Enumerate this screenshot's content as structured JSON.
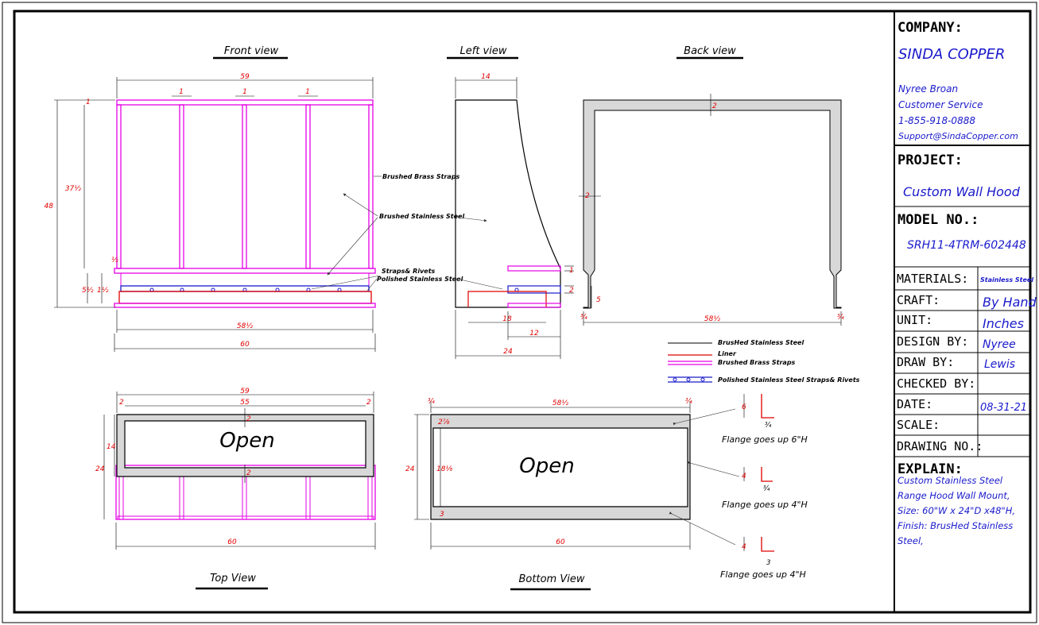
{
  "views": {
    "front": "Front view",
    "left": "Left view",
    "back": "Back view",
    "top": "Top View",
    "bottom": "Bottom View"
  },
  "open_label": "Open",
  "callouts": {
    "brass_straps": "Brushed Brass Straps",
    "stainless": "Brushed Stainless Steel",
    "straps_rivets": "Straps& Rivets",
    "polished": "Polished Stainless Steel"
  },
  "legend": {
    "stainless": "BrusHed Stainless Steel",
    "liner": "Liner",
    "brass": "Brushed Brass Straps",
    "polished": "Polished Stainless Steel  Straps& Rivets"
  },
  "flanges": {
    "f1": "Flange goes up 6\"H",
    "f2": "Flange goes up 4\"H",
    "f3": "Flange goes up 4\"H"
  },
  "dims": {
    "front_top": "59",
    "front_one": "1",
    "front_height": "48",
    "front_h2": "37½",
    "front_half": "½",
    "front_small1": "5½",
    "front_small2": "1½",
    "front_inner": "58½",
    "front_total": "60",
    "left_top": "14",
    "left_18": "18",
    "left_12": "12",
    "left_24": "24",
    "left_one": "1",
    "left_two": "2",
    "back_two": "2",
    "back_five": "5",
    "back_quarter": "¾",
    "back_width": "58½",
    "top_59": "59",
    "top_55": "55",
    "top_2": "2",
    "top_14": "14",
    "top_24": "24",
    "top_60": "60",
    "bot_quarter": "¾",
    "bot_width": "58½",
    "bot_2": "2⅞",
    "bot_18": "18⅛",
    "bot_24": "24",
    "bot_3": "3",
    "bot_60": "60",
    "fl_6": "6",
    "fl_4": "4",
    "fl_q": "¾",
    "fl_3": "3"
  },
  "title_block": {
    "company_label": "COMPANY:",
    "company": "SINDA COPPER",
    "contact_name": "Nyree Broan",
    "contact_role": "Customer Service",
    "contact_phone": "1-855-918-0888",
    "contact_email": "Support@SindaCopper.com",
    "project_label": "PROJECT:",
    "project": "Custom Wall Hood",
    "model_label": "MODEL NO.:",
    "model": "SRH11-4TRM-602448",
    "materials_label": "MATERIALS:",
    "materials": "Stainless Steel",
    "craft_label": "CRAFT:",
    "craft": "By Hand",
    "unit_label": "UNIT:",
    "unit": "Inches",
    "design_label": "DESIGN BY:",
    "design": "Nyree",
    "draw_label": "DRAW BY:",
    "draw": "Lewis",
    "checked_label": "CHECKED BY:",
    "checked": "",
    "date_label": "DATE:",
    "date": "08-31-21",
    "scale_label": "SCALE:",
    "scale": "",
    "drawing_label": "DRAWING NO.:",
    "drawing": "",
    "explain_label": "EXPLAIN:",
    "explain_1": "Custom Stainless Steel",
    "explain_2": "Range Hood Wall Mount,",
    "explain_3": "Size:  60\"W x 24\"D x48\"H,",
    "explain_4": "Finish: BrusHed Stainless",
    "explain_5": "Steel,"
  },
  "colors": {
    "brass": "#e600e6",
    "liner": "#e00000",
    "polished": "#1a1acc",
    "panel": "#d8d8d8"
  }
}
